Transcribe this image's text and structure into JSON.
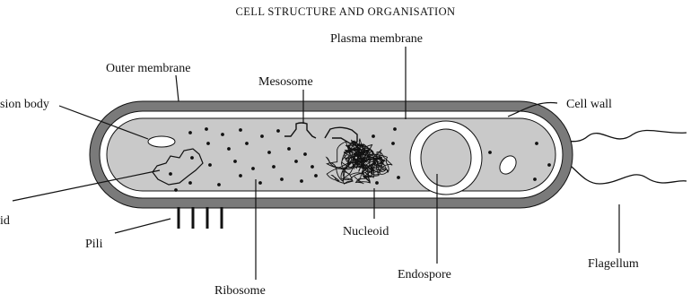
{
  "title": "CELL STRUCTURE AND ORGANISATION",
  "labels": {
    "plasma_membrane": "Plasma membrane",
    "outer_membrane": "Outer membrane",
    "mesosome": "Mesosome",
    "inclusion_body": "sion body",
    "cell_wall": "Cell wall",
    "nucleoid_side": "id",
    "pili": "Pili",
    "nucleoid": "Nucleoid",
    "endospore": "Endospore",
    "flagellum": "Flagellum",
    "ribosome": "Ribosome"
  },
  "colors": {
    "outer_layer": "#7a7a7a",
    "cytoplasm": "#c9c9c9",
    "line": "#111111",
    "white_layer": "#ffffff"
  }
}
